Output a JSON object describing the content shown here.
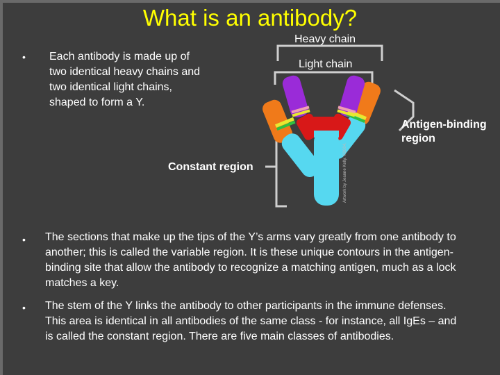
{
  "title": "What is an antibody?",
  "intro_bullet": "Each antibody is made up of two identical heavy chains and two identical light chains, shaped to form a Y.",
  "diagram": {
    "heavy_chain": "Heavy chain",
    "light_chain": "Light chain",
    "antigen_binding": "Antigen-binding region",
    "constant_region": "Constant region",
    "credit": "Artwork by Jeanne Kelly. ©2004.",
    "colors": {
      "orange": "#f07a1a",
      "purple": "#9a2bd8",
      "red": "#d81818",
      "cyan": "#56d8f0",
      "yellow": "#e8e830",
      "green": "#30c040",
      "pink": "#f0a0b0",
      "bracket": "#cfcfcf"
    }
  },
  "bullets": [
    "The sections that make up the tips of the Y’s arms vary greatly from one antibody to another; this is called the variable region. It is these unique contours in the antigen-binding site that allow the antibody to recognize a matching antigen, much as a lock matches a key.",
    "The stem of the Y links the antibody to other participants in the immune defenses. This area is identical in all antibodies of the same class - for instance, all IgEs – and is called the constant region. There are five main classes of antibodies."
  ]
}
